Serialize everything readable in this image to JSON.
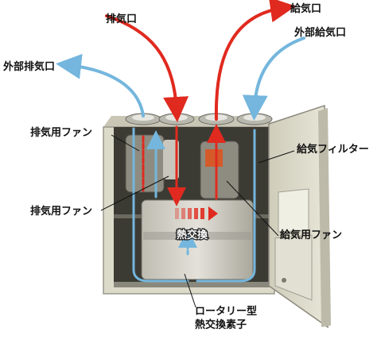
{
  "labels": {
    "exhaust_port": "排気口",
    "supply_port": "給気口",
    "outdoor_supply_port": "外部給気口",
    "outdoor_exhaust_port": "外部排気口",
    "exhaust_fan_upper": "排気用ファン",
    "supply_filter": "給気フィルター",
    "exhaust_fan_lower": "排気用ファン",
    "heat_exchange": "熱交換",
    "supply_fan": "給気用ファン",
    "rotary_element_line1": "ロータリー型",
    "rotary_element_line2": "熱交換素子"
  },
  "colors": {
    "exhaust_flow": "#e02a1f",
    "supply_flow": "#74b6dd",
    "cabinet": "#dcdac9",
    "cabinet_dark": "#9a978a",
    "interior": "#3b3b34"
  }
}
